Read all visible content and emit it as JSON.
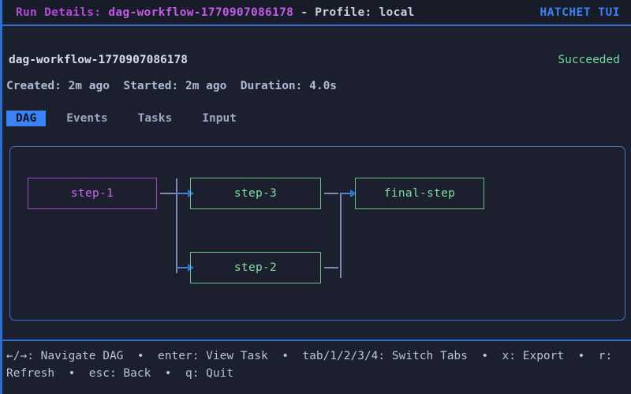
{
  "header": {
    "label_run_details": "Run Details: ",
    "run_id": "dag-workflow-1770907086178",
    "profile_suffix": " - Profile: local",
    "app_name": "HATCHET TUI",
    "accent_color": "#3b82f6",
    "run_id_color": "#c35ce8"
  },
  "run": {
    "name": "dag-workflow-1770907086178",
    "status": "Succeeded",
    "status_color": "#74d99f",
    "meta": "Created: 2m ago  Started: 2m ago  Duration: 4.0s",
    "created_label": "Created:",
    "created_value": "2m ago",
    "started_label": "Started:",
    "started_value": "2m ago",
    "duration_label": "Duration:",
    "duration_value": "4.0s"
  },
  "tabs": [
    {
      "label": "DAG",
      "active": true
    },
    {
      "label": "Events",
      "active": false
    },
    {
      "label": "Tasks",
      "active": false
    },
    {
      "label": "Input",
      "active": false
    }
  ],
  "dag": {
    "nodes": [
      {
        "id": "step-1",
        "label": "step-1",
        "state": "running",
        "color": "#cf6df0"
      },
      {
        "id": "step-3",
        "label": "step-3",
        "state": "succeeded",
        "color": "#7fe0a0"
      },
      {
        "id": "step-2",
        "label": "step-2",
        "state": "succeeded",
        "color": "#7fe0a0"
      },
      {
        "id": "final-step",
        "label": "final-step",
        "state": "succeeded",
        "color": "#7fe0a0"
      }
    ],
    "edges": [
      {
        "from": "step-1",
        "to": "step-3"
      },
      {
        "from": "step-1",
        "to": "step-2"
      },
      {
        "from": "step-3",
        "to": "final-step"
      },
      {
        "from": "step-2",
        "to": "final-step"
      }
    ],
    "border_color": "#3a74c4"
  },
  "footer": {
    "help": "←/→: Navigate DAG  •  enter: View Task  •  tab/1/2/3/4: Switch Tabs  •  x: Export  •  r: Refresh  •  esc: Back  •  q: Quit"
  }
}
